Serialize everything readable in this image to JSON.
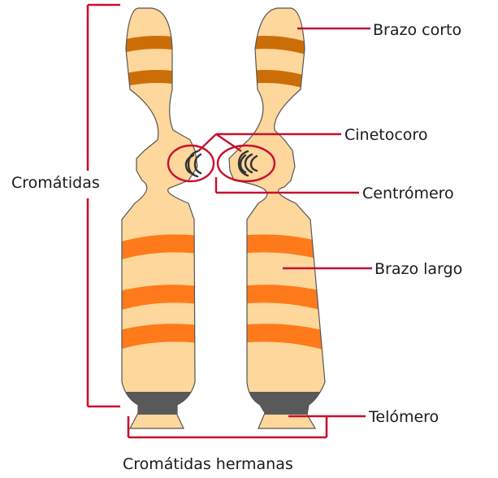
{
  "labels": {
    "brazo_corto": "Brazo corto",
    "cinetocoro": "Cinetocoro",
    "cromatidas": "Cromátidas",
    "centromero": "Centrómero",
    "brazo_largo": "Brazo largo",
    "telomero": "Telómero",
    "cromatidas_hermanas": "Cromátidas hermanas"
  },
  "colors": {
    "chromatid_fill": "#FDD79B",
    "outline": "#555555",
    "band_dark_orange": "#CC6E08",
    "band_orange": "#FF7A1A",
    "telomere_gray": "#595959",
    "leader_red": "#C8102E"
  }
}
